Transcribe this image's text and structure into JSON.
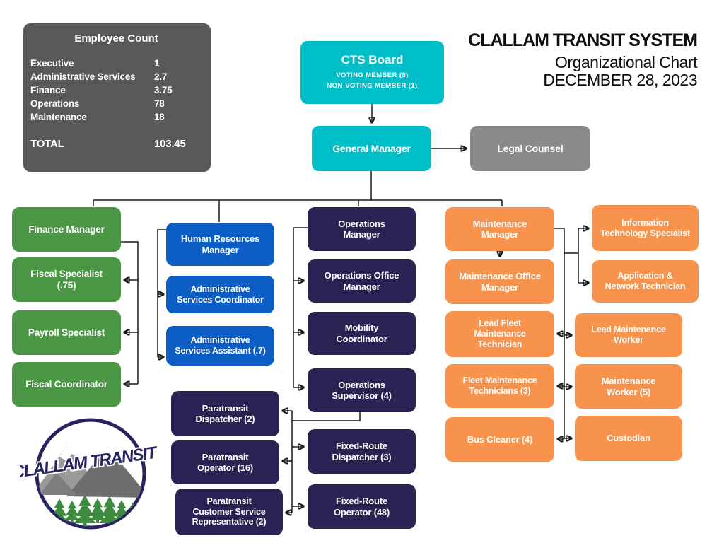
{
  "title": {
    "company": "CLALLAM TRANSIT SYSTEM",
    "subtitle": "Organizational Chart",
    "date": "DECEMBER 28, 2023"
  },
  "employee_count": {
    "title": "Employee Count",
    "rows": [
      {
        "label": "Executive",
        "value": "1"
      },
      {
        "label": "Administrative Services",
        "value": "2.7"
      },
      {
        "label": "Finance",
        "value": "3.75"
      },
      {
        "label": "Operations",
        "value": "78"
      },
      {
        "label": "Maintenance",
        "value": "18"
      }
    ],
    "total": {
      "label": "TOTAL",
      "value": "103.45"
    }
  },
  "board": {
    "title": "CTS Board",
    "voting": "VOTING MEMBER (8)",
    "non_voting": "NON-VOTING MEMBER (1)"
  },
  "nodes": {
    "general_manager": {
      "label": "General Manager"
    },
    "legal_counsel": {
      "label": "Legal Counsel"
    },
    "finance_manager": {
      "label": "Finance Manager"
    },
    "fiscal_specialist": {
      "label": "Fiscal Specialist\n(.75)"
    },
    "payroll_specialist": {
      "label": "Payroll Specialist"
    },
    "fiscal_coordinator": {
      "label": "Fiscal Coordinator"
    },
    "hr_manager": {
      "label": "Human Resources\nManager"
    },
    "admin_services_coordinator": {
      "label": "Administrative\nServices Coordinator"
    },
    "admin_services_assistant": {
      "label": "Administrative\nServices Assistant (.7)"
    },
    "operations_manager": {
      "label": "Operations\nManager"
    },
    "operations_office_manager": {
      "label": "Operations Office\nManager"
    },
    "mobility_coordinator": {
      "label": "Mobility\nCoordinator"
    },
    "operations_supervisor": {
      "label": "Operations\nSupervisor (4)"
    },
    "paratransit_dispatcher": {
      "label": "Paratransit\nDispatcher (2)"
    },
    "paratransit_operator": {
      "label": "Paratransit\nOperator (16)"
    },
    "paratransit_csr": {
      "label": "Paratransit\nCustomer Service\nRepresentative (2)"
    },
    "fixed_route_dispatcher": {
      "label": "Fixed-Route\nDispatcher (3)"
    },
    "fixed_route_operator": {
      "label": "Fixed-Route\nOperator (48)"
    },
    "maintenance_manager": {
      "label": "Maintenance\nManager"
    },
    "maintenance_office_manager": {
      "label": "Maintenance Office\nManager"
    },
    "lead_fleet_maintenance_technician": {
      "label": "Lead Fleet\nMaintenance\nTechnician"
    },
    "fleet_maintenance_technicians": {
      "label": "Fleet Maintenance\nTechnicians (3)"
    },
    "bus_cleaner": {
      "label": "Bus Cleaner (4)"
    },
    "it_specialist": {
      "label": "Information\nTechnology Specialist"
    },
    "app_network_technician": {
      "label": "Application &\nNetwork Technician"
    },
    "lead_maintenance_worker": {
      "label": "Lead Maintenance\nWorker"
    },
    "maintenance_worker": {
      "label": "Maintenance\nWorker (5)"
    },
    "custodian": {
      "label": "Custodian"
    }
  },
  "logo": {
    "text": "CLALLAM TRANSIT"
  },
  "colors": {
    "teal": "#00BEC8",
    "green": "#4A9645",
    "blue": "#0D5EC4",
    "navy": "#292353",
    "orange": "#F8934E",
    "gray": "#8A8A8A",
    "panel_gray": "#59595B",
    "connector": "#1A1A1A",
    "logo_navy": "#272361",
    "logo_green": "#3E8A3E"
  }
}
